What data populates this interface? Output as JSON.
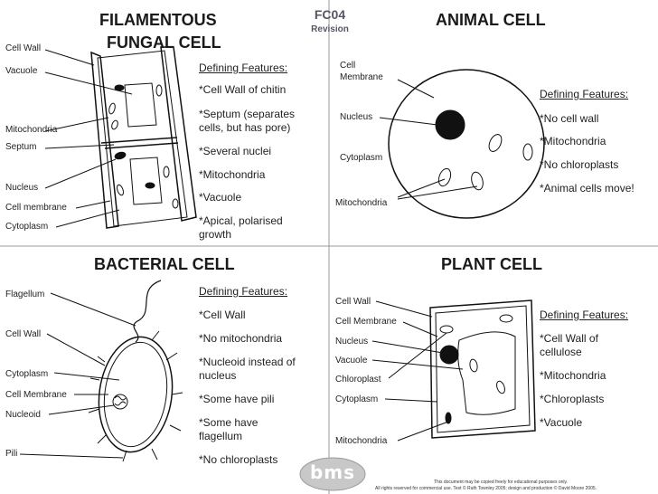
{
  "header": {
    "code": "FC04",
    "subtitle": "Revision"
  },
  "fungal": {
    "title_line1": "FILAMENTOUS",
    "title_line2": "FUNGAL CELL",
    "labels": [
      "Cell Wall",
      "Vacuole",
      "Mitochondria",
      "Septum",
      "Nucleus",
      "Cell membrane",
      "Cytoplasm"
    ],
    "features_heading": "Defining Features:",
    "features": [
      "*Cell Wall of chitin",
      "*Septum (separates",
      "cells, but has pore)",
      "*Several nuclei",
      "*Mitochondria",
      "*Vacuole",
      "*Apical, polarised",
      "growth"
    ]
  },
  "animal": {
    "title": "ANIMAL CELL",
    "labels": [
      "Cell",
      "Membrane",
      "Nucleus",
      "Cytoplasm",
      "Mitochondria"
    ],
    "features_heading": "Defining Features:",
    "features": [
      "*No cell wall",
      "*Mitochondria",
      "*No chloroplasts",
      "*Animal cells move!"
    ]
  },
  "bacterial": {
    "title": "BACTERIAL CELL",
    "labels": [
      "Flagellum",
      "Cell Wall",
      "Cytoplasm",
      "Cell Membrane",
      "Nucleoid",
      "Pili"
    ],
    "features_heading": "Defining Features:",
    "features": [
      "*Cell Wall",
      "*No mitochondria",
      "*Nucleoid instead of",
      "nucleus",
      "*Some have pili",
      "*Some have",
      "flagellum",
      "*No chloroplasts"
    ]
  },
  "plant": {
    "title": "PLANT CELL",
    "labels": [
      "Cell Wall",
      "Cell Membrane",
      "Nucleus",
      "Vacuole",
      "Chloroplast",
      "Cytoplasm",
      "Mitochondria"
    ],
    "features_heading": "Defining Features:",
    "features": [
      "*Cell Wall of",
      "cellulose",
      "*Mitochondria",
      "*Chloroplasts",
      "*Vacuole"
    ]
  },
  "footer": {
    "logo": "bms",
    "line1": "This document may be copied freely for educational purposes only.",
    "line2": "All rights reserved for commercial use. Text © Ruth Townley 2005; design and production © David Moore 2005."
  }
}
